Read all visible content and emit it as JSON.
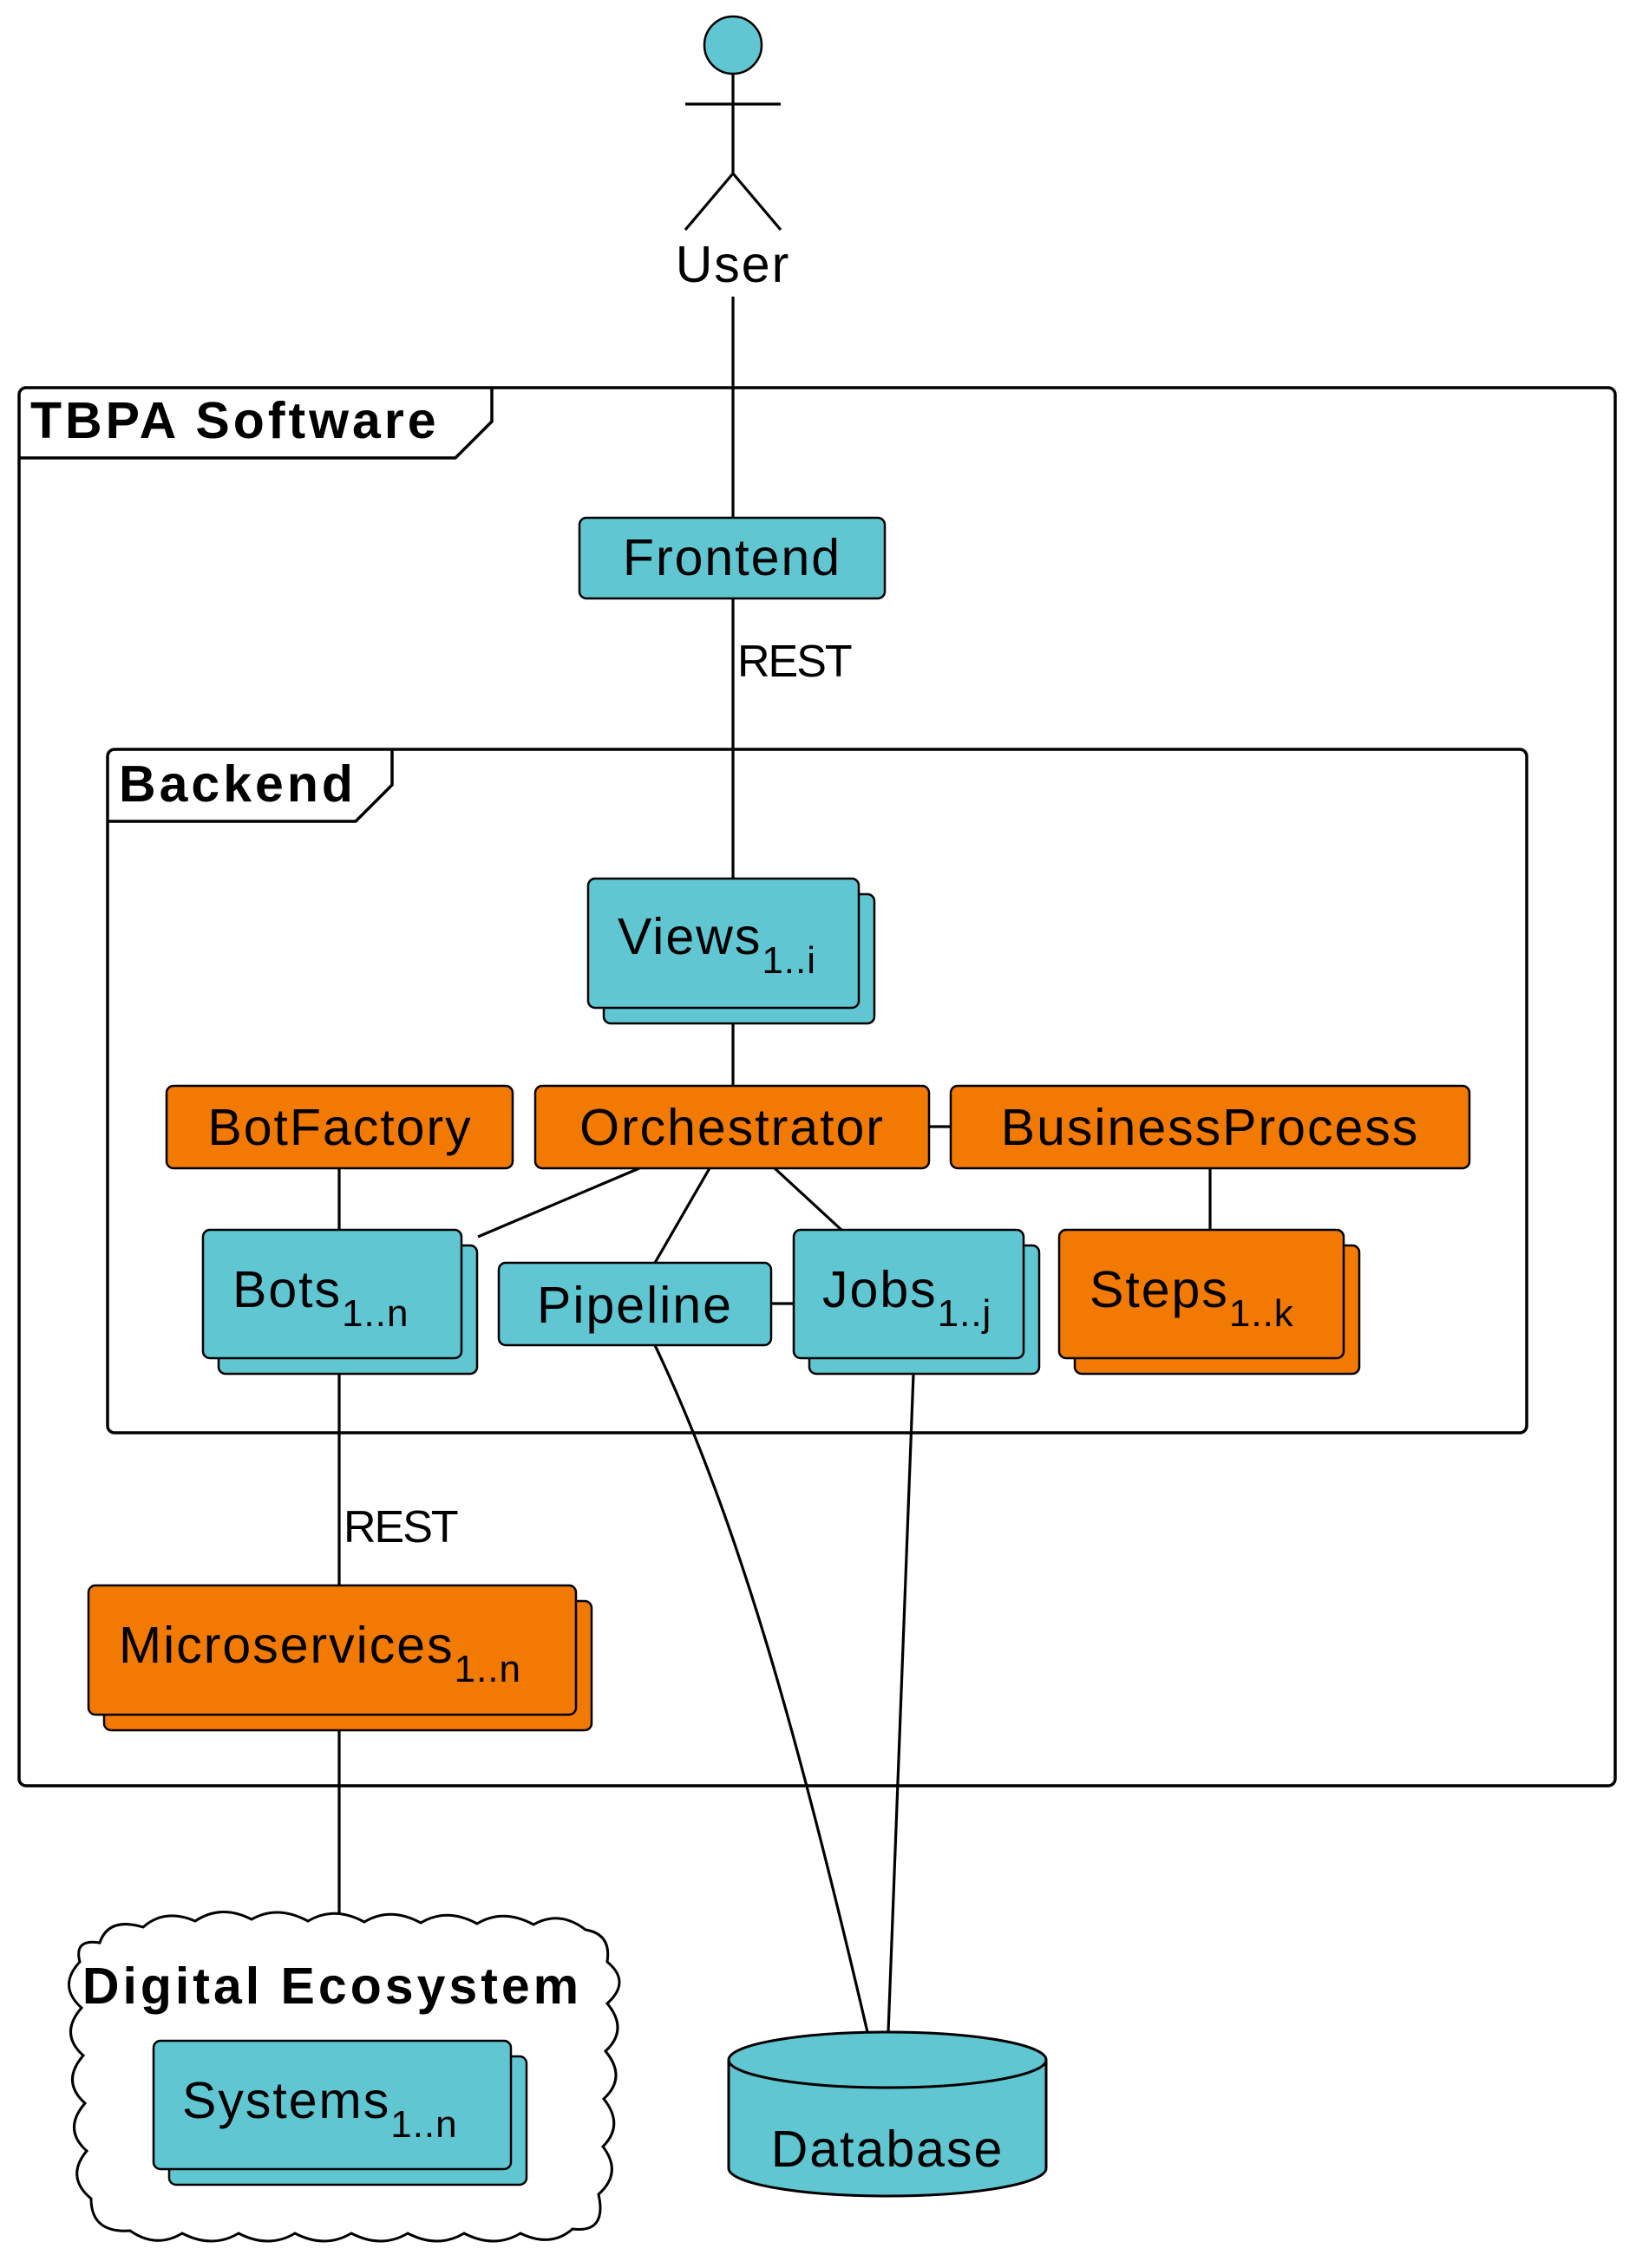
{
  "colors": {
    "teal": "#5fc6d2",
    "orange": "#f27902",
    "line": "#000000",
    "background": "#ffffff"
  },
  "actor": {
    "label": "User"
  },
  "frames": {
    "tbpa": {
      "title": "TBPA Software"
    },
    "backend": {
      "title": "Backend"
    },
    "ecosystem": {
      "title": "Digital Ecosystem"
    }
  },
  "components": {
    "frontend": "Frontend",
    "views": {
      "label": "Views",
      "sub": "1..i"
    },
    "botfactory": "BotFactory",
    "orchestrator": "Orchestrator",
    "businessprocess": "BusinessProcess",
    "bots": {
      "label": "Bots",
      "sub": "1..n"
    },
    "pipeline": "Pipeline",
    "jobs": {
      "label": "Jobs",
      "sub": "1..j"
    },
    "steps": {
      "label": "Steps",
      "sub": "1..k"
    },
    "microservices": {
      "label": "Microservices",
      "sub": "1..n"
    },
    "systems": {
      "label": "Systems",
      "sub": "1..n"
    },
    "database": "Database"
  },
  "edge_labels": {
    "frontend_backend": "REST",
    "bots_microservices": "REST"
  }
}
